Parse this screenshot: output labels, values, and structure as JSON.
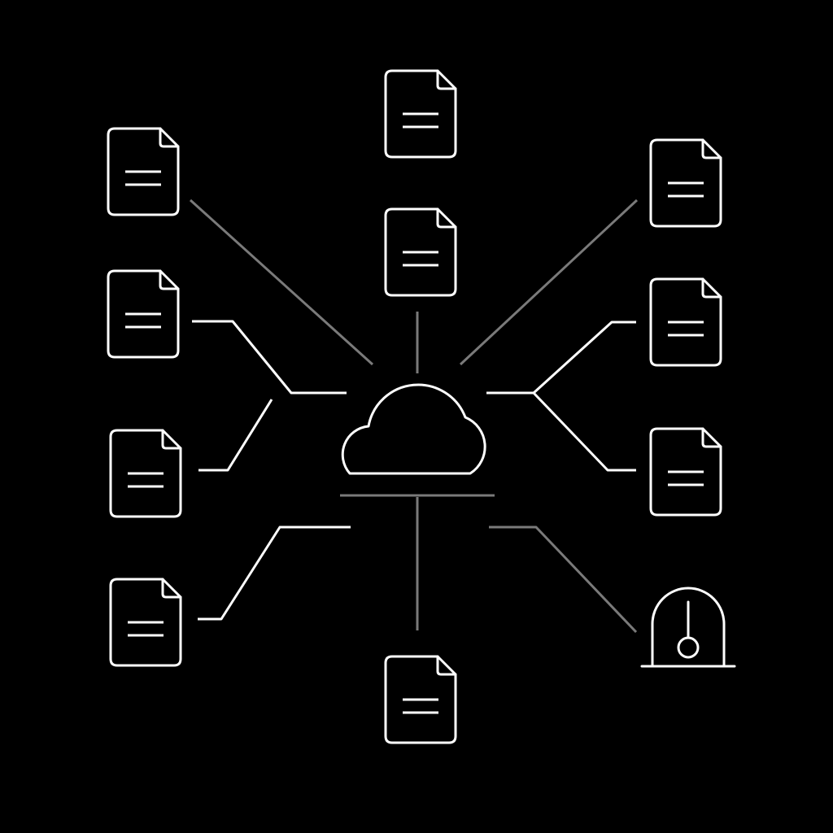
{
  "colors": {
    "background": "#000000",
    "icon_stroke": "#ffffff",
    "connector_bright": "#ffffff",
    "connector_dim": "#7a7a7a"
  },
  "diagram": {
    "hub": {
      "icon": "cloud-icon"
    },
    "nodes": [
      {
        "id": "left-1",
        "icon": "document-icon"
      },
      {
        "id": "left-2",
        "icon": "document-icon"
      },
      {
        "id": "left-3",
        "icon": "document-icon"
      },
      {
        "id": "left-4",
        "icon": "document-icon"
      },
      {
        "id": "top-1",
        "icon": "document-icon"
      },
      {
        "id": "top-2",
        "icon": "document-icon"
      },
      {
        "id": "bottom-1",
        "icon": "document-icon"
      },
      {
        "id": "right-1",
        "icon": "document-icon"
      },
      {
        "id": "right-2",
        "icon": "document-icon"
      },
      {
        "id": "right-3",
        "icon": "document-icon"
      },
      {
        "id": "right-4",
        "icon": "gauge-icon"
      }
    ],
    "edges": [
      {
        "from": "hub",
        "to": "left-1",
        "style": "dim"
      },
      {
        "from": "hub",
        "to": "left-2",
        "style": "bright"
      },
      {
        "from": "hub",
        "to": "left-3",
        "style": "bright"
      },
      {
        "from": "hub",
        "to": "left-4",
        "style": "bright"
      },
      {
        "from": "hub",
        "to": "top-2",
        "style": "dim"
      },
      {
        "from": "hub",
        "to": "bottom-1",
        "style": "dim"
      },
      {
        "from": "hub",
        "to": "right-1",
        "style": "dim"
      },
      {
        "from": "hub",
        "to": "right-2",
        "style": "bright"
      },
      {
        "from": "hub",
        "to": "right-3",
        "style": "bright"
      },
      {
        "from": "hub",
        "to": "right-4",
        "style": "dim"
      }
    ]
  }
}
